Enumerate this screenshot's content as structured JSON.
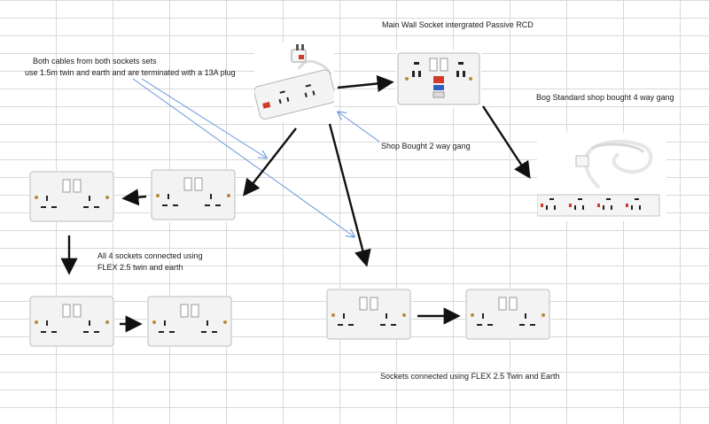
{
  "labels": {
    "main_wall_socket": "Main Wall Socket intergrated Passive RCD",
    "both_cables_line1": "Both cables from both sockets sets",
    "both_cables_line2": "use 1.5m twin and earth and are terminated with a 13A plug",
    "bog_standard": "Bog Standard shop bought 4 way gang",
    "shop_bought_2way": "Shop Bought 2 way gang",
    "all_4_line1": "All 4 sockets connected using",
    "all_4_line2": "FLEX 2.5 twin and earth",
    "sockets_connected": "Sockets connected using FLEX 2.5 Twin and Earth"
  },
  "colors": {
    "background": "#ffffff",
    "gridline": "#d9d9d9",
    "arrow": "#111111",
    "pointer_line": "#5b8fd8",
    "socket_plate": "#f3f3f3",
    "rcd_test_button": "#d23a2a",
    "rcd_indicator": "#2f5fc2"
  },
  "devices": [
    {
      "name": "two-way-gang-extension",
      "kind": "extension-2-way"
    },
    {
      "name": "rcd-wall-socket",
      "kind": "double-socket-rcd"
    },
    {
      "name": "four-way-gang-extension",
      "kind": "extension-4-way"
    },
    {
      "name": "double-socket-left-top",
      "kind": "double-socket"
    },
    {
      "name": "double-socket-mid-top",
      "kind": "double-socket"
    },
    {
      "name": "double-socket-left-bottom",
      "kind": "double-socket"
    },
    {
      "name": "double-socket-mid-bottom",
      "kind": "double-socket"
    },
    {
      "name": "double-socket-right-1",
      "kind": "double-socket"
    },
    {
      "name": "double-socket-right-2",
      "kind": "double-socket"
    }
  ]
}
